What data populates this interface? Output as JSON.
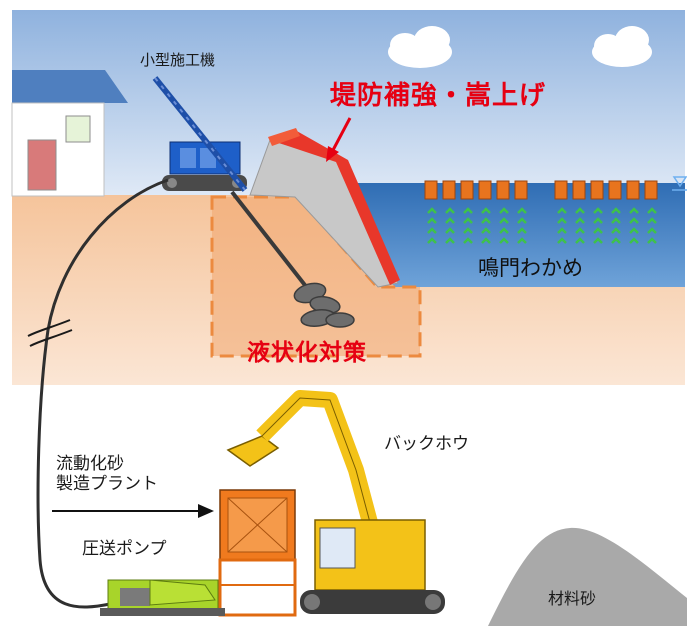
{
  "labels": {
    "machine": "小型施工機",
    "embankment": "堤防補強・嵩上げ",
    "wakame": "鳴門わかめ",
    "liquefaction": "液状化対策",
    "plant_line1": "流動化砂",
    "plant_line2": "製造プラント",
    "backhoe": "バックホウ",
    "pump": "圧送ポンプ",
    "sand": "材料砂"
  },
  "icons": {
    "machine": "drilling-rig-icon",
    "house": "house-icon",
    "backhoe": "excavator-icon",
    "pump": "pump-truck-icon",
    "plant": "mixing-plant-icon",
    "seaweed": "seaweed-icon",
    "water_level": "water-level-icon"
  },
  "colors": {
    "sky": "#c6d8ef",
    "ground": "#f7d2b3",
    "sea": "#3e7dc0",
    "embankment": "#c8c8c8",
    "embankment_top": "#e8372a",
    "liquefaction_zone": "#f0a66d",
    "plant": "#f07a1e",
    "backhoe": "#f3c218",
    "pump": "#a8d42a",
    "highlight": "#e60012"
  }
}
